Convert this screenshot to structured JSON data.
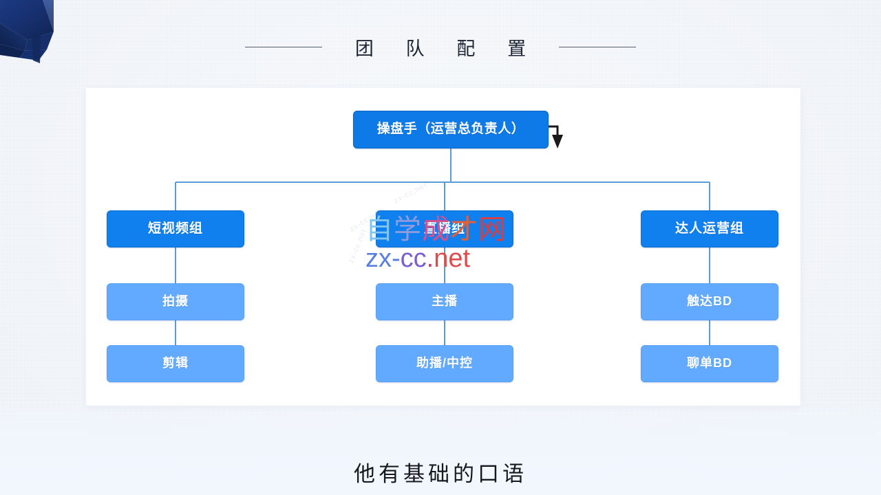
{
  "header": {
    "title": "团 队 配 置",
    "rule_left": "horizontal-rule",
    "rule_right": "horizontal-rule"
  },
  "decor": {
    "corner_ribbon_color": "#17306e",
    "corner_ribbon_name": "navy-folded-ribbon"
  },
  "colors": {
    "background": "#eef2f7",
    "panel": "#ffffff",
    "level1_box": "#0e7ae8",
    "level2_box": "#1080ef",
    "level3_box": "#62aaff",
    "connector": "#5b9bd5",
    "arrow": "#1a1a1a",
    "title_text": "#1d2433"
  },
  "chart_data": {
    "type": "diagram",
    "title": "团 队 配 置",
    "subtype": "org-chart",
    "orientation": "top-down",
    "nodes": [
      {
        "id": "n0",
        "level": 1,
        "label": "操盘手（运营总负责人）",
        "parent": null
      },
      {
        "id": "n1",
        "level": 2,
        "label": "短视频组",
        "parent": "n0"
      },
      {
        "id": "n2",
        "level": 2,
        "label": "直播组",
        "parent": "n0"
      },
      {
        "id": "n3",
        "level": 2,
        "label": "达人运营组",
        "parent": "n0"
      },
      {
        "id": "n4",
        "level": 3,
        "label": "拍摄",
        "parent": "n1"
      },
      {
        "id": "n5",
        "level": 3,
        "label": "剪辑",
        "parent": "n4"
      },
      {
        "id": "n6",
        "level": 3,
        "label": "主播",
        "parent": "n2"
      },
      {
        "id": "n7",
        "level": 3,
        "label": "助播/中控",
        "parent": "n6"
      },
      {
        "id": "n8",
        "level": 3,
        "label": "触达BD",
        "parent": "n3"
      },
      {
        "id": "n9",
        "level": 3,
        "label": "聊单BD",
        "parent": "n8"
      }
    ],
    "annotations": [
      {
        "name": "down-arrow",
        "attached_to": "n0",
        "direction": "down"
      }
    ]
  },
  "org": {
    "root": {
      "label": "操盘手（运营总负责人）"
    },
    "branches": [
      {
        "head": "短视频组",
        "children": [
          "拍摄",
          "剪辑"
        ]
      },
      {
        "head": "直播组",
        "children": [
          "主播",
          "助播/中控"
        ]
      },
      {
        "head": "达人运营组",
        "children": [
          "触达BD",
          "聊单BD"
        ]
      }
    ]
  },
  "watermark": {
    "cn_parts": [
      "自",
      "学",
      "成",
      "才",
      "网"
    ],
    "cn_full": "自学成才网",
    "url_parts": [
      "zx-",
      "cc",
      ".",
      "net"
    ],
    "url_full": "zx-cc.net",
    "faint_1": "zx-cc.net",
    "faint_2": "zx-cc.net",
    "faint_3": "zx-cc.net"
  },
  "caption": {
    "text": "他有基础的口语"
  }
}
